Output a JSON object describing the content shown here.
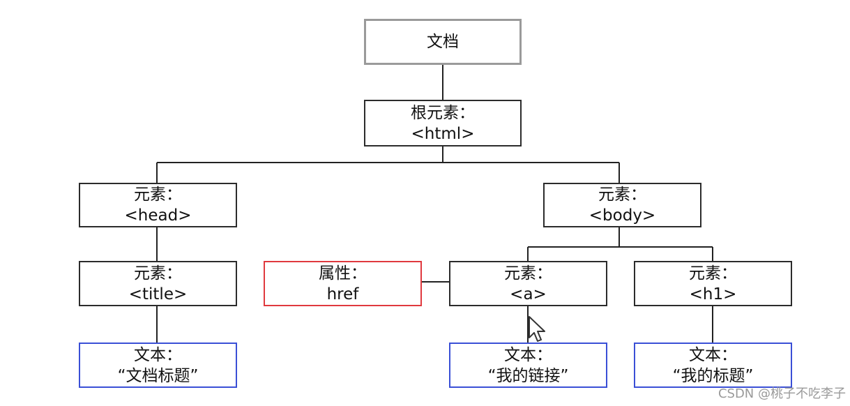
{
  "nodes": {
    "document": {
      "line1": "文档"
    },
    "root": {
      "line1": "根元素：",
      "line2": "<html>"
    },
    "head": {
      "line1": "元素：",
      "line2": "<head>"
    },
    "body": {
      "line1": "元素：",
      "line2": "<body>"
    },
    "title": {
      "line1": "元素：",
      "line2": "<title>"
    },
    "href_attr": {
      "line1": "属性：",
      "line2": "href"
    },
    "a": {
      "line1": "元素：",
      "line2": "<a>"
    },
    "h1": {
      "line1": "元素：",
      "line2": "<h1>"
    },
    "title_text": {
      "line1": "文本：",
      "line2": "“文档标题”"
    },
    "a_text": {
      "line1": "文本：",
      "line2": "“我的链接”"
    },
    "h1_text": {
      "line1": "文本：",
      "line2": "“我的标题”"
    }
  },
  "colors": {
    "element_border": "#2b2b2b",
    "document_border": "#9a9a9a",
    "attribute_border": "#e0393e",
    "text_border": "#3a4fd6",
    "connector": "#222222"
  },
  "icons": {
    "cursor": "mouse-pointer-icon"
  },
  "watermark": "CSDN @桃子不吃李子"
}
